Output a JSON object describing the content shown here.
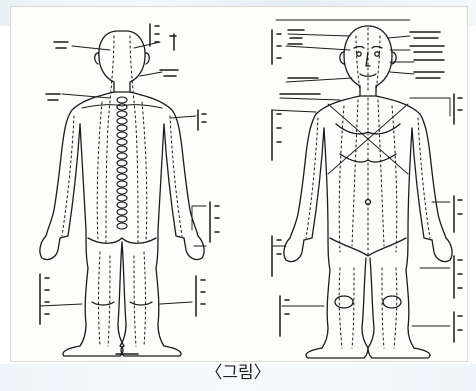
{
  "figure": {
    "caption": "〈그림〉",
    "ink_color": "#1b1b1b",
    "paper_color": "#fdfdfb",
    "views": [
      "back",
      "front"
    ]
  }
}
